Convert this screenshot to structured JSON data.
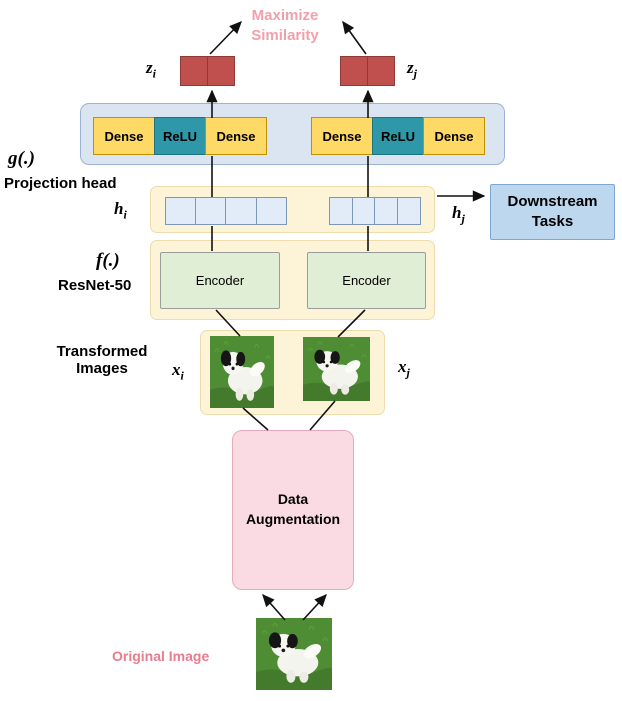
{
  "diagram": {
    "maximize_similarity": "Maximize\nSimilarity",
    "downstream_tasks": "Downstream\nTasks",
    "data_augmentation": "Data\nAugmentation",
    "transformed_images": "Transformed\nImages",
    "original_image": "Original Image",
    "projection_head": {
      "fn": "g(.)",
      "name": "Projection head",
      "blocks_left": [
        "Dense",
        "ReLU",
        "Dense"
      ],
      "blocks_right": [
        "Dense",
        "ReLU",
        "Dense"
      ]
    },
    "encoder": {
      "fn": "f(.)",
      "name": "ResNet-50",
      "left": "Encoder",
      "right": "Encoder"
    },
    "vectors": {
      "z_i": {
        "base": "z",
        "sub": "i"
      },
      "z_j": {
        "base": "z",
        "sub": "j"
      },
      "h_i": {
        "base": "h",
        "sub": "i"
      },
      "h_j": {
        "base": "h",
        "sub": "j"
      },
      "x_i": {
        "base": "x",
        "sub": "i"
      },
      "x_j": {
        "base": "x",
        "sub": "j"
      }
    }
  },
  "icons": {
    "dog_left": "white-dog-on-grass-photo",
    "dog_right": "white-dog-on-grass-photo",
    "dog_original": "white-dog-on-grass-photo"
  },
  "colors": {
    "pink_text": "#f2a0ab",
    "pink_text_dark": "#e87d8d",
    "z_box": "#c0504d",
    "dense_yellow": "#ffd966",
    "relu_teal": "#2f98a8",
    "panel_blue": "#dbe5f1",
    "panel_yellow": "#fdf3d7",
    "h_cell": "#e2ecf8",
    "encoder_green": "#e0eed6",
    "downstream_blue": "#bdd7ee",
    "data_aug_pink": "#fadbe3"
  }
}
